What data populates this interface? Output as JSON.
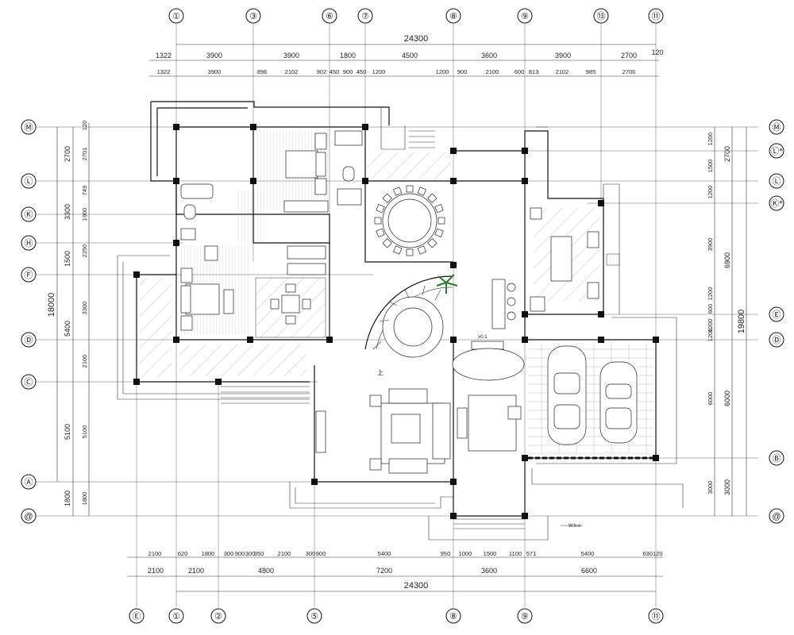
{
  "grid_axes": {
    "top": [
      "①",
      "③",
      "⑥",
      "⑦",
      "⑧",
      "⑨",
      "⑬",
      "⑪"
    ],
    "bottom": [
      "Ⓔ",
      "①",
      "②",
      "⑤",
      "⑧",
      "⑨",
      "⑪"
    ],
    "left": [
      "Ⓜ",
      "Ⓛ",
      "Ⓚ",
      "Ⓗ",
      "Ⓕ",
      "Ⓓ",
      "Ⓒ",
      "Ⓐ",
      "@"
    ],
    "right": [
      "Ⓜ",
      "Ⓛ*",
      "Ⓛ",
      "Ⓚ*",
      "Ⓔ",
      "Ⓓ",
      "Ⓑ",
      "@"
    ]
  },
  "top_dims": {
    "overall": "24300",
    "row1": [
      "1322",
      "3900",
      "3900",
      "1800",
      "4500",
      "3600",
      "3900",
      "2700",
      "120"
    ],
    "row2": [
      "1322",
      "3900",
      "896",
      "2102",
      "902",
      "450",
      "900",
      "450",
      "1200",
      "1200",
      "900",
      "2100",
      "600",
      "813",
      "2102",
      "985",
      "2700"
    ]
  },
  "bottom_dims": {
    "overall": "24300",
    "row1": [
      "2100",
      "2100",
      "4800",
      "7200",
      "3600",
      "6600"
    ],
    "row2": [
      "2100",
      "620",
      "1800",
      "300",
      "900",
      "300",
      "350",
      "2100",
      "300",
      "900",
      "5400",
      "950",
      "1000",
      "1500",
      "1100",
      "571",
      "5400",
      "630120"
    ]
  },
  "left_dims": {
    "overall": "18000",
    "row1": [
      "2700",
      "3300",
      "1500",
      "5400",
      "5100",
      "1800"
    ],
    "row2": [
      "120",
      "2701",
      "749",
      "1900",
      "2250",
      "3300",
      "2100",
      "5100",
      "1800"
    ]
  },
  "right_dims": {
    "overall": "19800",
    "row1": [
      "2700",
      "6900",
      "6000",
      "3000"
    ],
    "row2": [
      "1200",
      "1500",
      "1200",
      "3900",
      "1200",
      "600",
      "1200",
      "1200",
      "6000",
      "3000"
    ]
  },
  "annotations": {
    "stair_mark": "上",
    "small_label": "W.b.e",
    "bar_label": "≥0.1"
  }
}
